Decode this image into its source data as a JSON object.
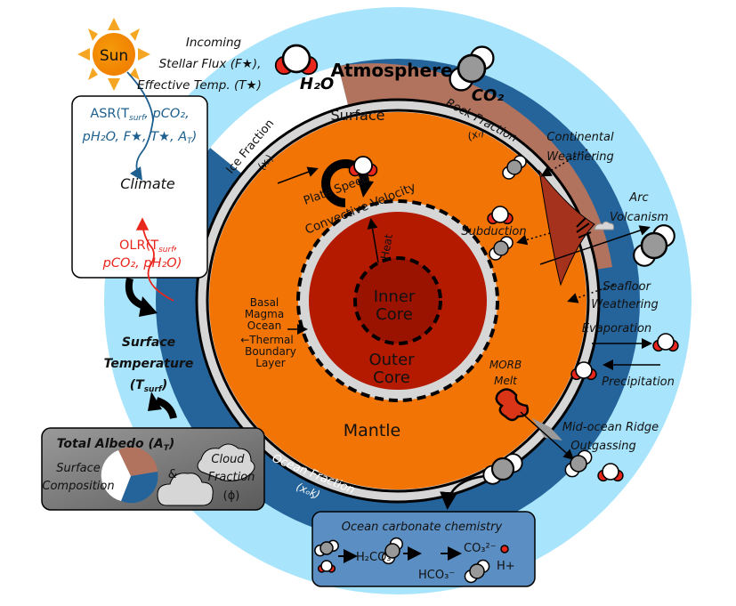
{
  "colors": {
    "atmosphere": "#a8e4fb",
    "ocean": "#25649a",
    "rock": "#b1735e",
    "ice": "#ffffff",
    "crust": "#d6d6d6",
    "mantle": "#f27405",
    "outer_core": "#b41a00",
    "inner_core": "#9a1200",
    "asr_text": "#1d5f8e",
    "olr_text": "#e8261c",
    "oxygen": "#e8261c",
    "carbon": "#999999",
    "carbonate_box": "#5b8fc3",
    "albedo_box": "#8a8a8a"
  },
  "sun": {
    "label": "Sun"
  },
  "incoming": {
    "line1": "Incoming",
    "line2": "Stellar Flux (F★),",
    "line3": "Effective Temp. (T★)"
  },
  "molecules": {
    "h2o": "H₂O",
    "co2": "CO₂"
  },
  "atmosphere_label": "Atmosphere",
  "climate_box": {
    "asr_line1": "ASR(T",
    "asr_sub1": "surf",
    "asr_line1b": ", pCO₂,",
    "asr_line2": "pH₂O, F★, T★, A",
    "asr_sub2": "T",
    "asr_line2b": ")",
    "climate": "Climate",
    "olr_line1": "OLR(T",
    "olr_sub1": "surf",
    "olr_line1b": ",",
    "olr_line2": "pCO₂, pH₂O)"
  },
  "surface_temp": {
    "line1": "Surface",
    "line2": "Temperature",
    "line3": "(T",
    "sub": "surf",
    "line3b": ")"
  },
  "albedo_box": {
    "title": "Total Albedo (A",
    "title_sub": "T",
    "title_end": ")",
    "surface_line1": "Surface",
    "surface_line2": "Composition",
    "ampersand": "&",
    "cloud_line1": "Cloud",
    "cloud_line2": "Fraction",
    "cloud_line3": "(ϕ)",
    "pie_fractions": {
      "rock": 0.36,
      "ocean": 0.34,
      "ice": 0.3
    }
  },
  "rings": {
    "surface": "Surface",
    "rock_fraction": "Rock Fraction",
    "rock_symbol": "(xᵣ)",
    "ice_fraction": "Ice Fraction",
    "ice_symbol": "(xᵢ)",
    "ocean_fraction": "Ocean Fraction",
    "ocean_symbol": "(xₒᶄ)"
  },
  "interior": {
    "plate_speed": "Plate Speed",
    "convective_velocity": "Convective Velocity",
    "heat": "Heat",
    "inner_core_1": "Inner",
    "inner_core_2": "Core",
    "outer_core_1": "Outer",
    "outer_core_2": "Core",
    "mantle": "Mantle",
    "basal_1": "Basal",
    "basal_2": "Magma",
    "basal_3": "Ocean",
    "tbl_1": "←Thermal",
    "tbl_2": "Boundary",
    "tbl_3": "Layer",
    "subduction": "Subduction",
    "morb_1": "MORB",
    "morb_2": "Melt"
  },
  "processes": {
    "continental_1": "Continental",
    "continental_2": "Weathering",
    "arc_1": "Arc",
    "arc_2": "Volcanism",
    "seafloor_1": "Seafloor",
    "seafloor_2": "Weathering",
    "evaporation": "Evaporation",
    "precipitation": "Precipitation",
    "ridge_1": "Mid-ocean Ridge",
    "ridge_2": "Outgassing"
  },
  "carbonate_box": {
    "title": "Ocean carbonate chemistry",
    "h2co3": "H₂CO₃",
    "hco3": "HCO₃⁻",
    "co3": "CO₃²⁻",
    "hplus": "H+"
  }
}
